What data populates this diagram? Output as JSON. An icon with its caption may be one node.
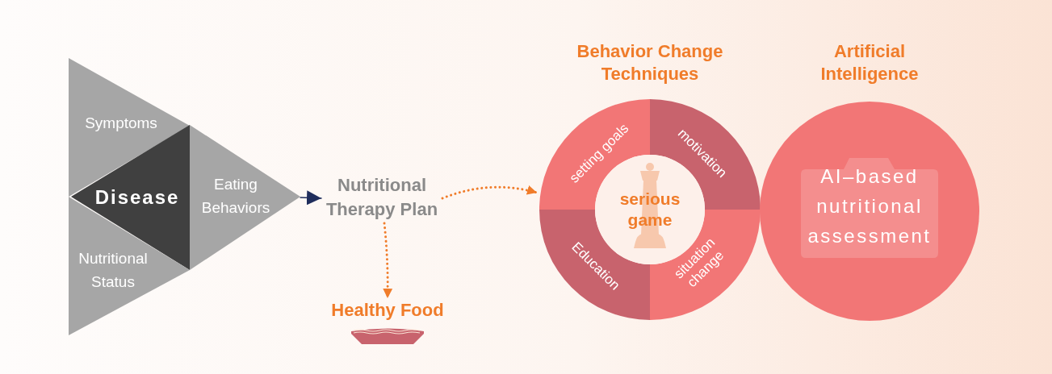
{
  "diagram": {
    "nodes": [
      {
        "text": [
          "Symptoms"
        ]
      },
      {
        "text": [
          "Disease"
        ]
      },
      {
        "text": [
          "Eating Behaviors"
        ]
      },
      {
        "text": [
          "Nutritional Status"
        ]
      },
      {
        "text": [
          "Nutritional Therapy Plan"
        ]
      },
      {
        "text": [
          "Healthy Food"
        ]
      },
      {
        "text": [
          "Behavior Change Techniques"
        ]
      },
      {
        "text": [
          "setting goals"
        ],
        "in": 6
      },
      {
        "text": [
          "motivation"
        ],
        "in": 6
      },
      {
        "text": [
          "Education"
        ],
        "in": 6
      },
      {
        "text": [
          "situation change"
        ],
        "in": 6
      },
      {
        "text": [
          "serious game"
        ],
        "in": 6
      },
      {
        "text": [
          "Artificial Intelligence",
          "AI–based nutritional assessment"
        ]
      }
    ],
    "edges": [
      {
        "from": 2,
        "to": 4,
        "arrow": "to",
        "color": "#1f2d5c"
      },
      {
        "from": 4,
        "to": 6,
        "arrow": "to",
        "style": "dashed"
      },
      {
        "from": 4,
        "to": 5,
        "arrow": "to",
        "style": "dashed"
      }
    ]
  }
}
